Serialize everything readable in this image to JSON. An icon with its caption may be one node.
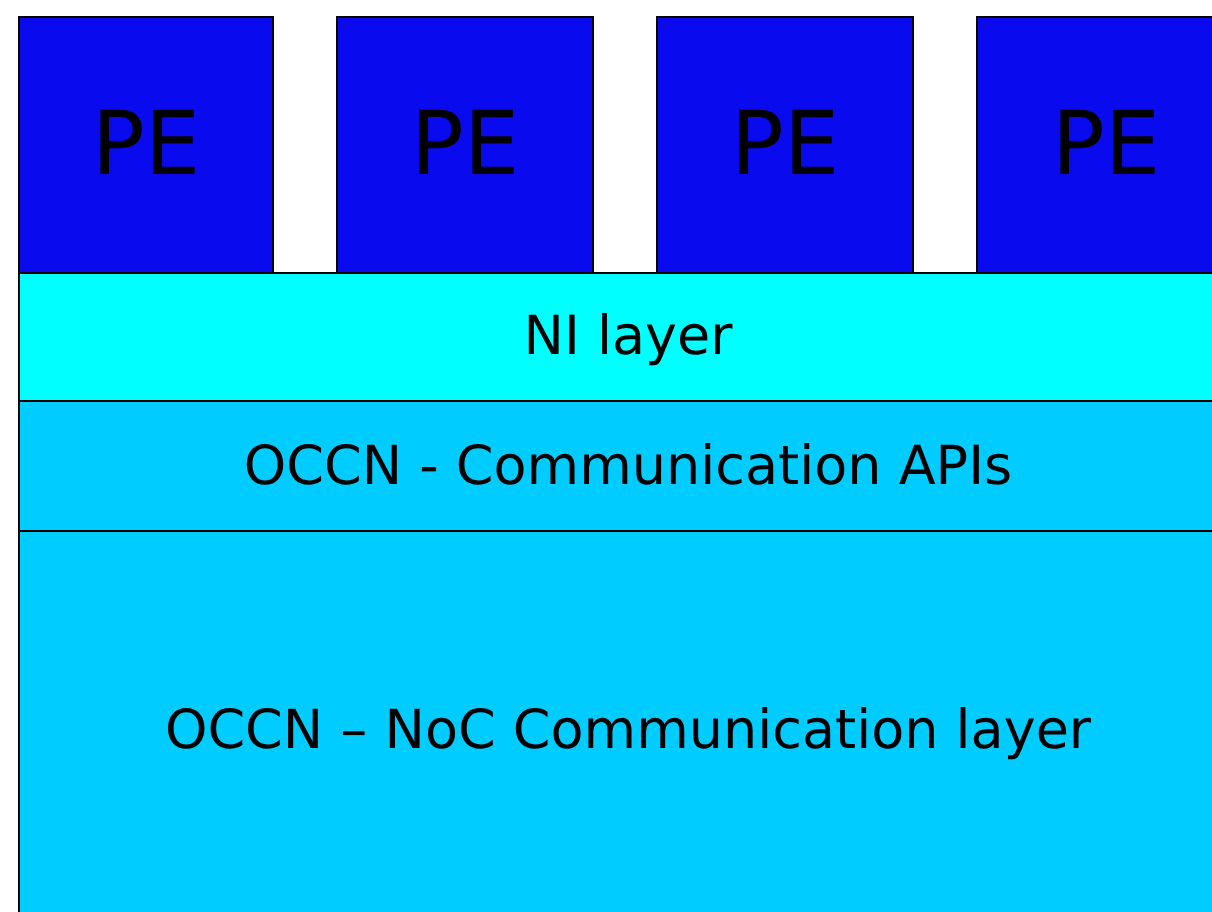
{
  "diagram": {
    "nodes": [
      {
        "text": [
          "PE"
        ]
      },
      {
        "text": [
          "PE"
        ]
      },
      {
        "text": [
          "PE"
        ]
      },
      {
        "text": [
          "PE"
        ]
      },
      {
        "text": [
          "NI layer"
        ]
      },
      {
        "text": [
          "OCCN - Communication APIs"
        ]
      },
      {
        "text": [
          "OCCN – NoC Communication layer"
        ]
      }
    ]
  }
}
